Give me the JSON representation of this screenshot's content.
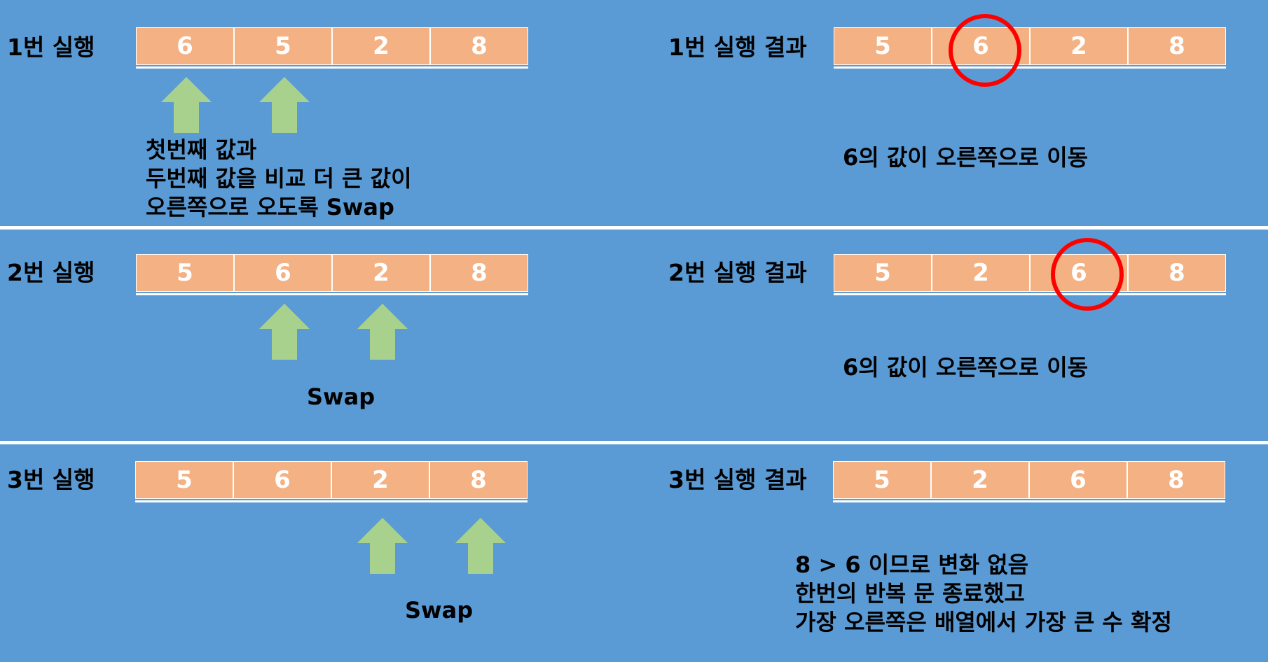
{
  "rows": [
    {
      "run_label": "1번 실행",
      "input": [
        "6",
        "5",
        "2",
        "8"
      ],
      "note_left": [
        "첫번째 값과",
        "두번째 값을 비교 더 큰 값이",
        "오른쪽으로 오도록 Swap"
      ],
      "result_label": "1번 실행 결과",
      "output": [
        "5",
        "6",
        "2",
        "8"
      ],
      "note_right": [
        "6의 값이 오른쪽으로 이동"
      ]
    },
    {
      "run_label": "2번 실행",
      "input": [
        "5",
        "6",
        "2",
        "8"
      ],
      "note_left": [
        "Swap"
      ],
      "result_label": "2번 실행 결과",
      "output": [
        "5",
        "2",
        "6",
        "8"
      ],
      "note_right": [
        "6의 값이 오른쪽으로 이동"
      ]
    },
    {
      "run_label": "3번 실행",
      "input": [
        "5",
        "6",
        "2",
        "8"
      ],
      "note_left": [
        "Swap"
      ],
      "result_label": "3번 실행 결과",
      "output": [
        "5",
        "2",
        "6",
        "8"
      ],
      "note_right": [
        "8 > 6 이므로 변화 없음",
        "한번의 반복 문 종료했고",
        "가장 오른쪽은 배열에서 가장 큰 수 확정"
      ]
    }
  ],
  "colors": {
    "background": "#5b9bd5",
    "cell": "#f4b183",
    "arrow": "#a9d18e",
    "circle": "#ff0000"
  }
}
